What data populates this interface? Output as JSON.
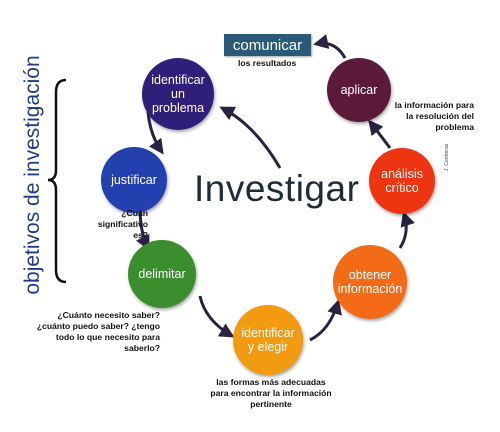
{
  "title": "Investigar",
  "side_label": "objetivos de investigación",
  "comunicar": {
    "label": "comunicar",
    "note": "los resultados"
  },
  "credit": "J. Contreras",
  "nodes": {
    "identificar_problema": {
      "label": "identificar un problema",
      "color": "#2f1f78"
    },
    "justificar": {
      "label": "justificar",
      "color": "#243fae",
      "note": "¿Cuán significativo es?"
    },
    "delimitar": {
      "label": "delimitar",
      "color": "#3b8e2d",
      "note": "¿Cuánto necesito saber? ¿cuánto puedo saber? ¿tengo todo lo que necesito para saberlo?"
    },
    "identificar_elegir": {
      "label": "identificar y elegir",
      "color": "#f29a10",
      "note": "las formas más adecuadas para encontrar la información pertinente"
    },
    "obtener": {
      "label": "obtener información",
      "color": "#f36b17"
    },
    "analisis": {
      "label": "análisis crítico",
      "color": "#ee3512"
    },
    "aplicar": {
      "label": "aplicar",
      "color": "#5b1a3a",
      "note": "la información para la resolución del problema"
    }
  }
}
